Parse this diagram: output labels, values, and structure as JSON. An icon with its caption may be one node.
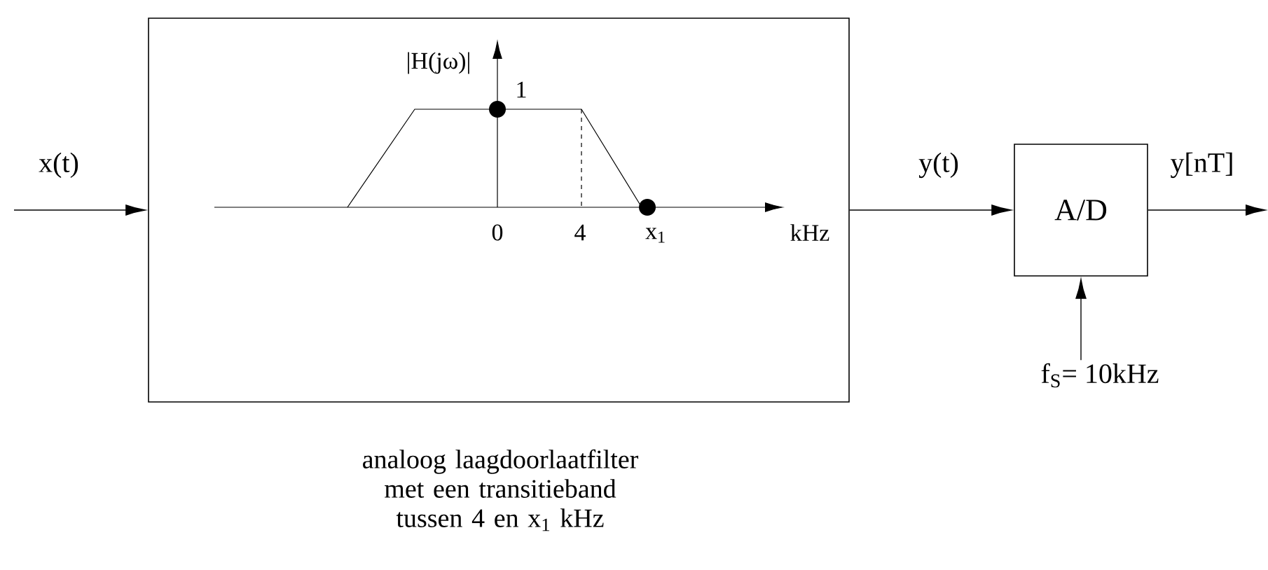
{
  "diagram": {
    "nodes": [
      {
        "text": [],
        "shape": "box",
        "beside": [
          "analoog laagdoorlaatfilter met een transitieband tussen 4 en x$_{1}$ kHz"
        ]
      },
      {
        "text": [
          "A/D"
        ]
      },
      {
        "text": [
          "f$_{S}$= 10kHz"
        ]
      }
    ],
    "edges": [
      {
        "from": null,
        "to": 0,
        "arrow": "to",
        "label": "x(t)"
      },
      {
        "from": 0,
        "to": 1,
        "arrow": "to",
        "label": "y(t)"
      },
      {
        "from": 1,
        "to": null,
        "arrow": "to",
        "label": "y[nT]"
      },
      {
        "from": 2,
        "to": 1,
        "arrow": "to"
      }
    ],
    "labels": [
      "|H(jω)|",
      "1",
      "0",
      "4",
      "x$_{1}$",
      "kHz"
    ]
  }
}
